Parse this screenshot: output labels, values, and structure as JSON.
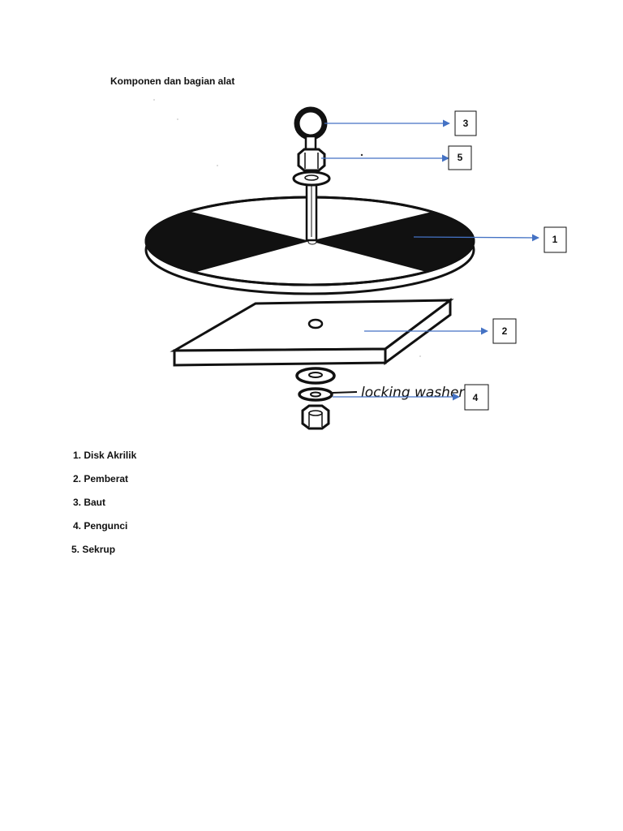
{
  "doc": {
    "heading": "Komponen dan bagian alat"
  },
  "figure": {
    "callouts": [
      {
        "number": "1"
      },
      {
        "number": "2"
      },
      {
        "number": "3"
      },
      {
        "number": "4"
      },
      {
        "number": "5"
      }
    ],
    "handwritten_label": "locking washer",
    "colors": {
      "arrow": "#4472c4",
      "ink": "#111111"
    }
  },
  "legend": [
    "1. Disk Akrilik",
    "2. Pemberat",
    "3. Baut",
    "4. Pengunci",
    "5. Sekrup"
  ]
}
